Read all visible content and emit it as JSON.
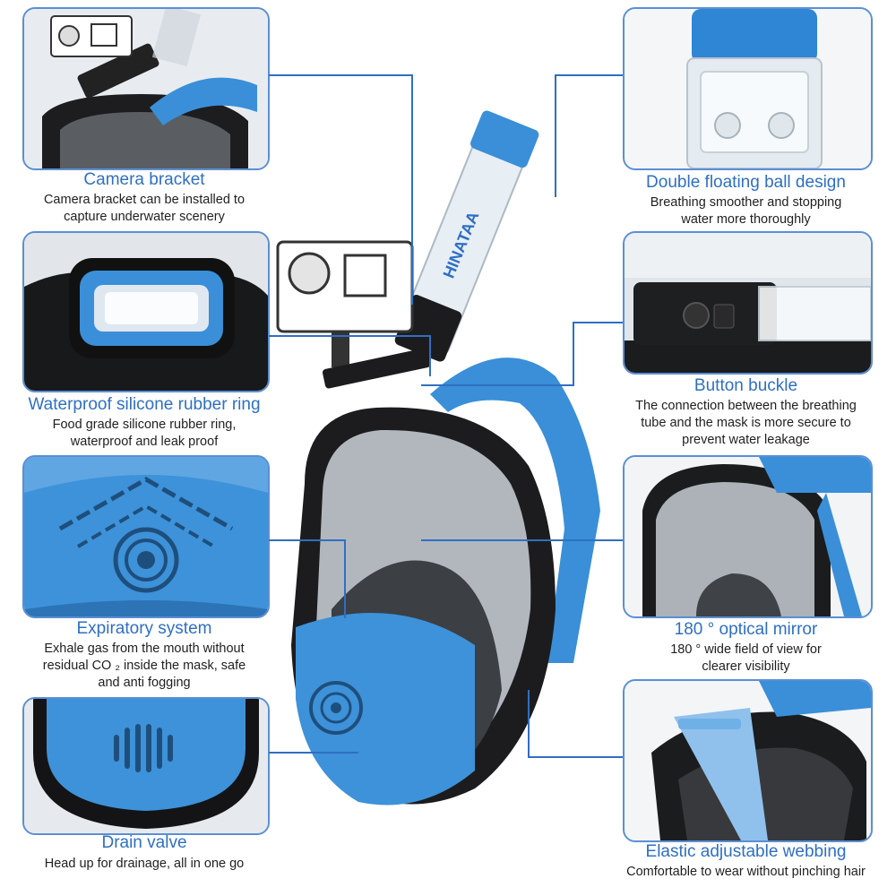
{
  "features": [
    {
      "title": "Camera bracket",
      "desc_lines": [
        "Camera bracket can be installed to",
        "capture underwater scenery"
      ]
    },
    {
      "title": "Waterproof silicone rubber ring",
      "desc_lines": [
        "Food grade silicone rubber ring,",
        "waterproof and leak proof"
      ]
    },
    {
      "title": "Expiratory system",
      "desc_lines": [
        "Exhale gas from the mouth without",
        "residual CO ₂ inside the mask, safe",
        "and anti fogging"
      ]
    },
    {
      "title": "Drain valve",
      "desc_lines": [
        "Head up for drainage, all in one go"
      ]
    },
    {
      "title": "Double floating ball design",
      "desc_lines": [
        "Breathing smoother and stopping",
        "water more thoroughly"
      ]
    },
    {
      "title": "Button buckle",
      "desc_lines": [
        "The connection between the breathing",
        "tube and the mask is more secure to",
        "prevent water leakage"
      ]
    },
    {
      "title": "180 ° optical mirror",
      "desc_lines": [
        "180 ° wide field of view for",
        "clearer visibility"
      ]
    },
    {
      "title": "Elastic adjustable webbing",
      "desc_lines": [
        "Comfortable to wear without pinching hair"
      ]
    }
  ],
  "brand_text": "HINATAA",
  "colors": {
    "accent": "#2f6fc3",
    "border": "#5b8fd4",
    "mask_blue": "#3a8fd8",
    "mask_black": "#1c1c1e"
  }
}
